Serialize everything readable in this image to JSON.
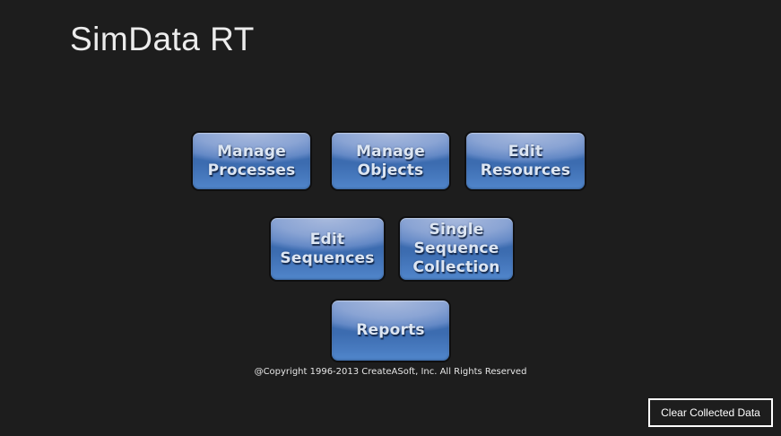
{
  "app": {
    "title": "SimData RT"
  },
  "colors": {
    "background": "#1d1d1d",
    "title_text": "#ececec",
    "tile_border": "#0f0f10",
    "tile_top": "#a9badd",
    "tile_base_dark": "#3c69ac",
    "tile_base_bottom": "#5187cc",
    "tile_text": "#dde6f2",
    "footer_text": "#e6e6e6",
    "appbar_button_border": "#ffffff"
  },
  "menu": {
    "buttons": [
      {
        "label": "Manage Processes"
      },
      {
        "label": "Manage Objects"
      },
      {
        "label": "Edit Resources"
      },
      {
        "label": "Edit Sequences"
      },
      {
        "label": "Single Sequence Collection"
      },
      {
        "label": "Reports"
      }
    ]
  },
  "footer": {
    "copyright": "@Copyright 1996-2013 CreateASoft, Inc. All Rights Reserved"
  },
  "appbar": {
    "clear_button_label": "Clear Collected Data"
  }
}
